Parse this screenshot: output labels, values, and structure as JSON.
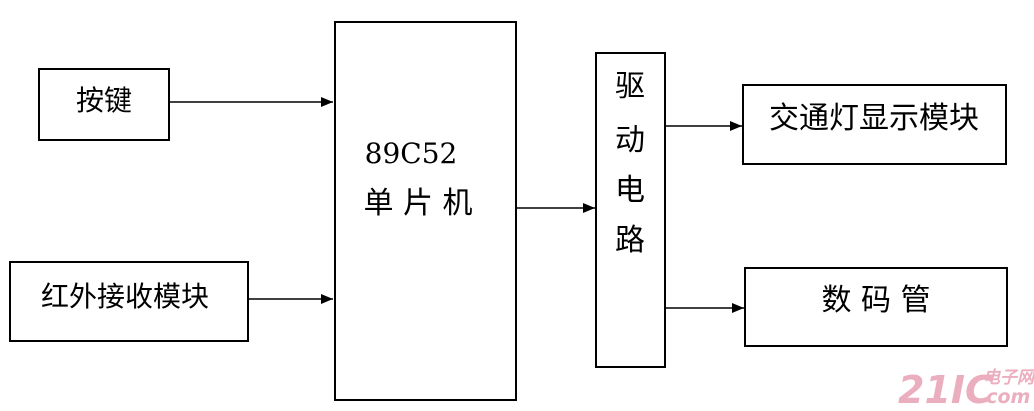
{
  "diagram": {
    "keys": {
      "label": "按键"
    },
    "ir_module": {
      "label": "红外接收模块"
    },
    "mcu": {
      "model": "89C52",
      "name": "单 片 机"
    },
    "driver": {
      "chars": [
        "驱",
        "动",
        "电",
        "路"
      ]
    },
    "traffic_display": {
      "label": "交通灯显示模块"
    },
    "digit_tube": {
      "label": "数 码 管"
    },
    "edges": [
      {
        "from": "keys",
        "to": "mcu"
      },
      {
        "from": "ir_module",
        "to": "mcu"
      },
      {
        "from": "mcu",
        "to": "driver"
      },
      {
        "from": "driver",
        "to": "traffic_display"
      },
      {
        "from": "driver",
        "to": "digit_tube"
      }
    ]
  },
  "watermark": {
    "number_text": "21IC",
    "domain_text": ".com",
    "cn_text": "电子网",
    "color": "#e8a0b4"
  },
  "colors": {
    "line": "#000000",
    "background": "#ffffff"
  }
}
